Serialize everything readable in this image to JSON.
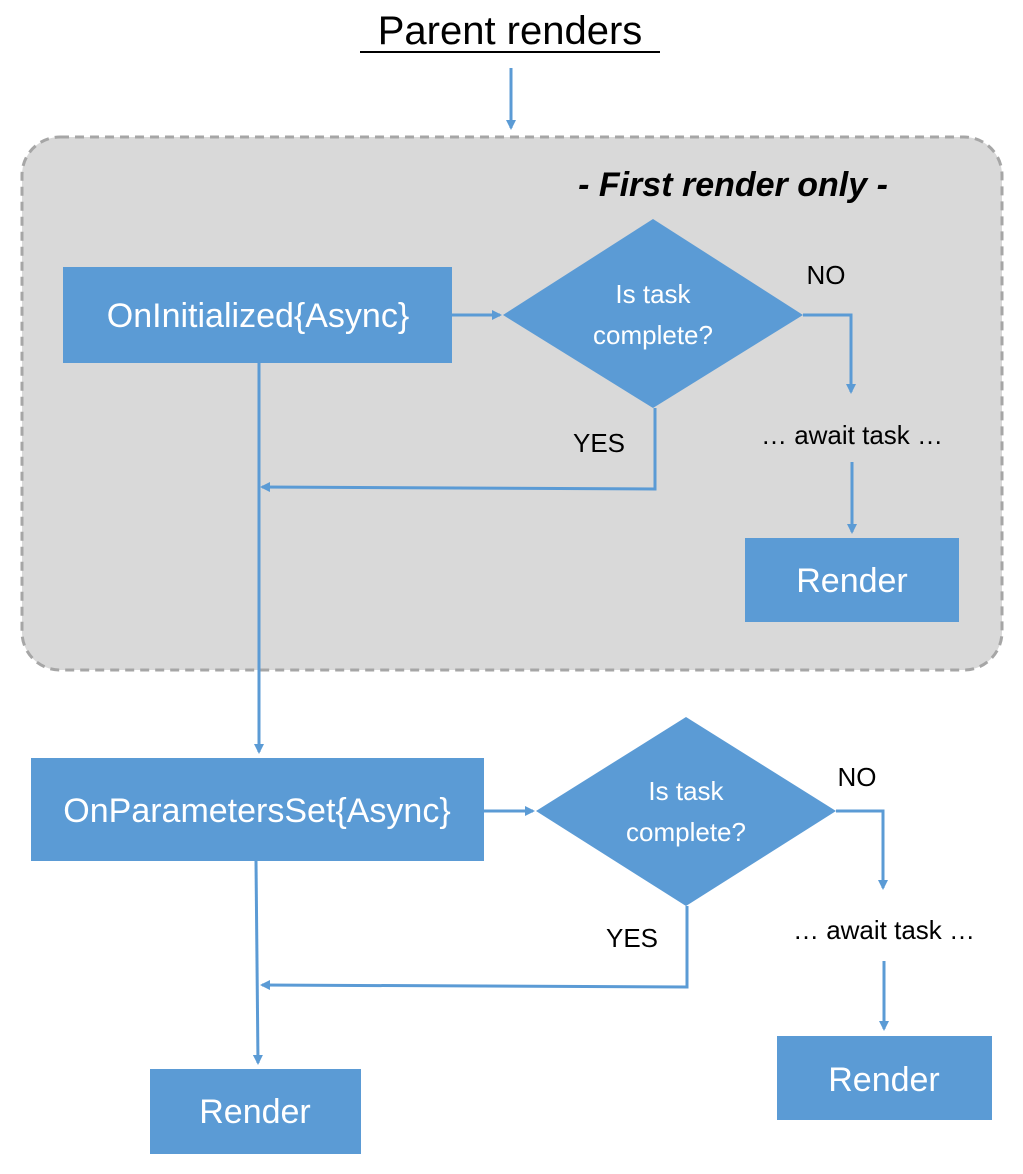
{
  "title": "Parent renders",
  "colors": {
    "box_fill": "#5b9bd5",
    "connector": "#5b9bd5",
    "region_fill": "#d9d9d9",
    "region_border": "#a6a6a6"
  },
  "first_render_region": {
    "label": "- First render only -",
    "init_box": "OnInitialized{Async}",
    "decision": {
      "line1": "Is task",
      "line2": "complete?"
    },
    "yes_label": "YES",
    "no_label": "NO",
    "await_label": "… await task …",
    "render_label": "Render"
  },
  "params_section": {
    "params_box": "OnParametersSet{Async}",
    "decision": {
      "line1": "Is task",
      "line2": "complete?"
    },
    "yes_label": "YES",
    "no_label": "NO",
    "await_label": "… await task …",
    "render_after_await": "Render",
    "render_final": "Render"
  }
}
